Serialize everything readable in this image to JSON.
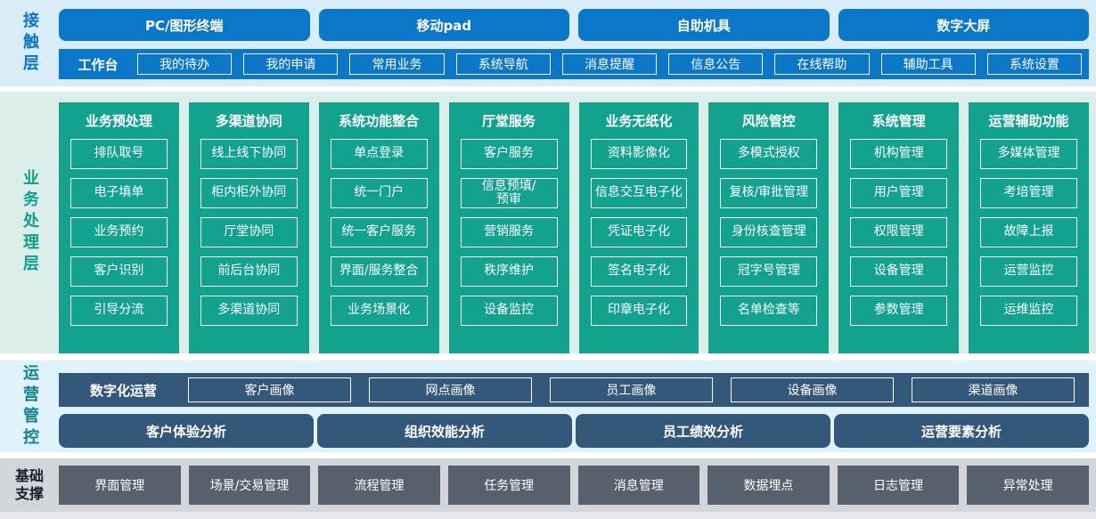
{
  "colors": {
    "contact_blue": "#0b77c9",
    "contact_bg": "#d8edf8",
    "business_green": "#12a28e",
    "business_bg": "#dceee9",
    "ops_slate": "#34587a",
    "ops_bg": "#e0f3fa",
    "ops_label_teal": "#15808e",
    "base_box_gray": "#57616b",
    "base_bg": "#d2d5d9"
  },
  "contact_layer": {
    "label": "接触层",
    "channels": [
      "PC/图形终端",
      "移动pad",
      "自助机具",
      "数字大屏"
    ],
    "workbench": {
      "label": "工作台",
      "items": [
        "我的待办",
        "我的申请",
        "常用业务",
        "系统导航",
        "消息提醒",
        "信息公告",
        "在线帮助",
        "辅助工具",
        "系统设置"
      ]
    }
  },
  "business_layer": {
    "label": "业务处理层",
    "columns": [
      {
        "title": "业务预处理",
        "items": [
          "排队取号",
          "电子填单",
          "业务预约",
          "客户识别",
          "引导分流"
        ]
      },
      {
        "title": "多渠道协同",
        "items": [
          "线上线下协同",
          "柜内柜外协同",
          "厅堂协同",
          "前后台协同",
          "多渠道协同"
        ]
      },
      {
        "title": "系统功能整合",
        "items": [
          "单点登录",
          "统一门户",
          "统一客户服务",
          "界面/服务整合",
          "业务场景化"
        ]
      },
      {
        "title": "厅堂服务",
        "items": [
          "客户服务",
          "信息预填/\n预审",
          "营销服务",
          "秩序维护",
          "设备监控"
        ]
      },
      {
        "title": "业务无纸化",
        "items": [
          "资料影像化",
          "信息交互电子化",
          "凭证电子化",
          "签名电子化",
          "印章电子化"
        ]
      },
      {
        "title": "风险管控",
        "items": [
          "多模式授权",
          "复核/审批管理",
          "身份核查管理",
          "冠字号管理",
          "名单检查等"
        ]
      },
      {
        "title": "系统管理",
        "items": [
          "机构管理",
          "用户管理",
          "权限管理",
          "设备管理",
          "参数管理"
        ]
      },
      {
        "title": "运营辅助功能",
        "items": [
          "多媒体管理",
          "考培管理",
          "故障上报",
          "运营监控",
          "运维监控"
        ]
      }
    ]
  },
  "ops_layer": {
    "label": "运营管控",
    "digital_ops": {
      "label": "数字化运营",
      "items": [
        "客户画像",
        "网点画像",
        "员工画像",
        "设备画像",
        "渠道画像"
      ]
    },
    "analysis": [
      "客户体验分析",
      "组织效能分析",
      "员工绩效分析",
      "运营要素分析"
    ]
  },
  "base_layer": {
    "label": "基础支撑",
    "items": [
      "界面管理",
      "场景/交易管理",
      "流程管理",
      "任务管理",
      "消息管理",
      "数据埋点",
      "日志管理",
      "异常处理"
    ]
  }
}
